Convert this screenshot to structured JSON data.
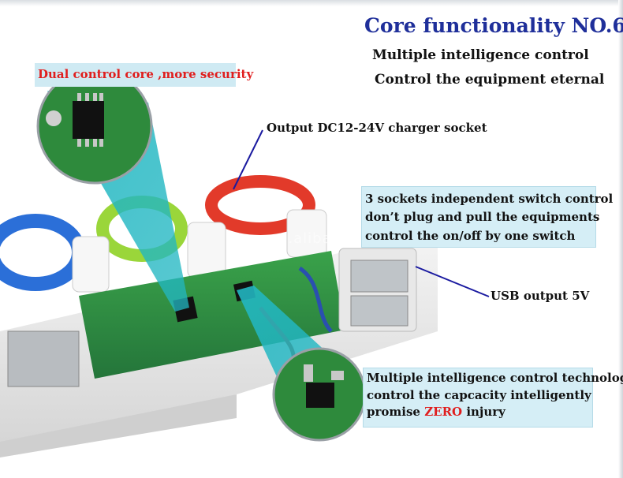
{
  "heading": {
    "title": "Core functionality NO.6",
    "line1": "Multiple intelligence control",
    "line2": "Control the equipment eternal"
  },
  "callouts": {
    "control_core": "Dual control core ,more security",
    "dc_socket": "Output DC12-24V charger socket",
    "sockets": [
      "3 sockets independent switch control",
      " don’t plug and pull the equipments",
      " control the on/off by one switch"
    ],
    "usb": "USB output 5V",
    "intelligence": {
      "line1": "Multiple intelligence control technology",
      "line2": "control the capcacity intelligently",
      "line3_prefix": " promise ",
      "line3_highlight": "ZERO",
      "line3_suffix": " injury"
    }
  },
  "watermark": "rogo.en.alibaba.com",
  "colors": {
    "title": "#1f2f9a",
    "highlight": "#e01e1e",
    "callout_bg": "#d5eef6",
    "pcb_green": "#2e8a3c",
    "leader_line": "#1a1aa0"
  }
}
